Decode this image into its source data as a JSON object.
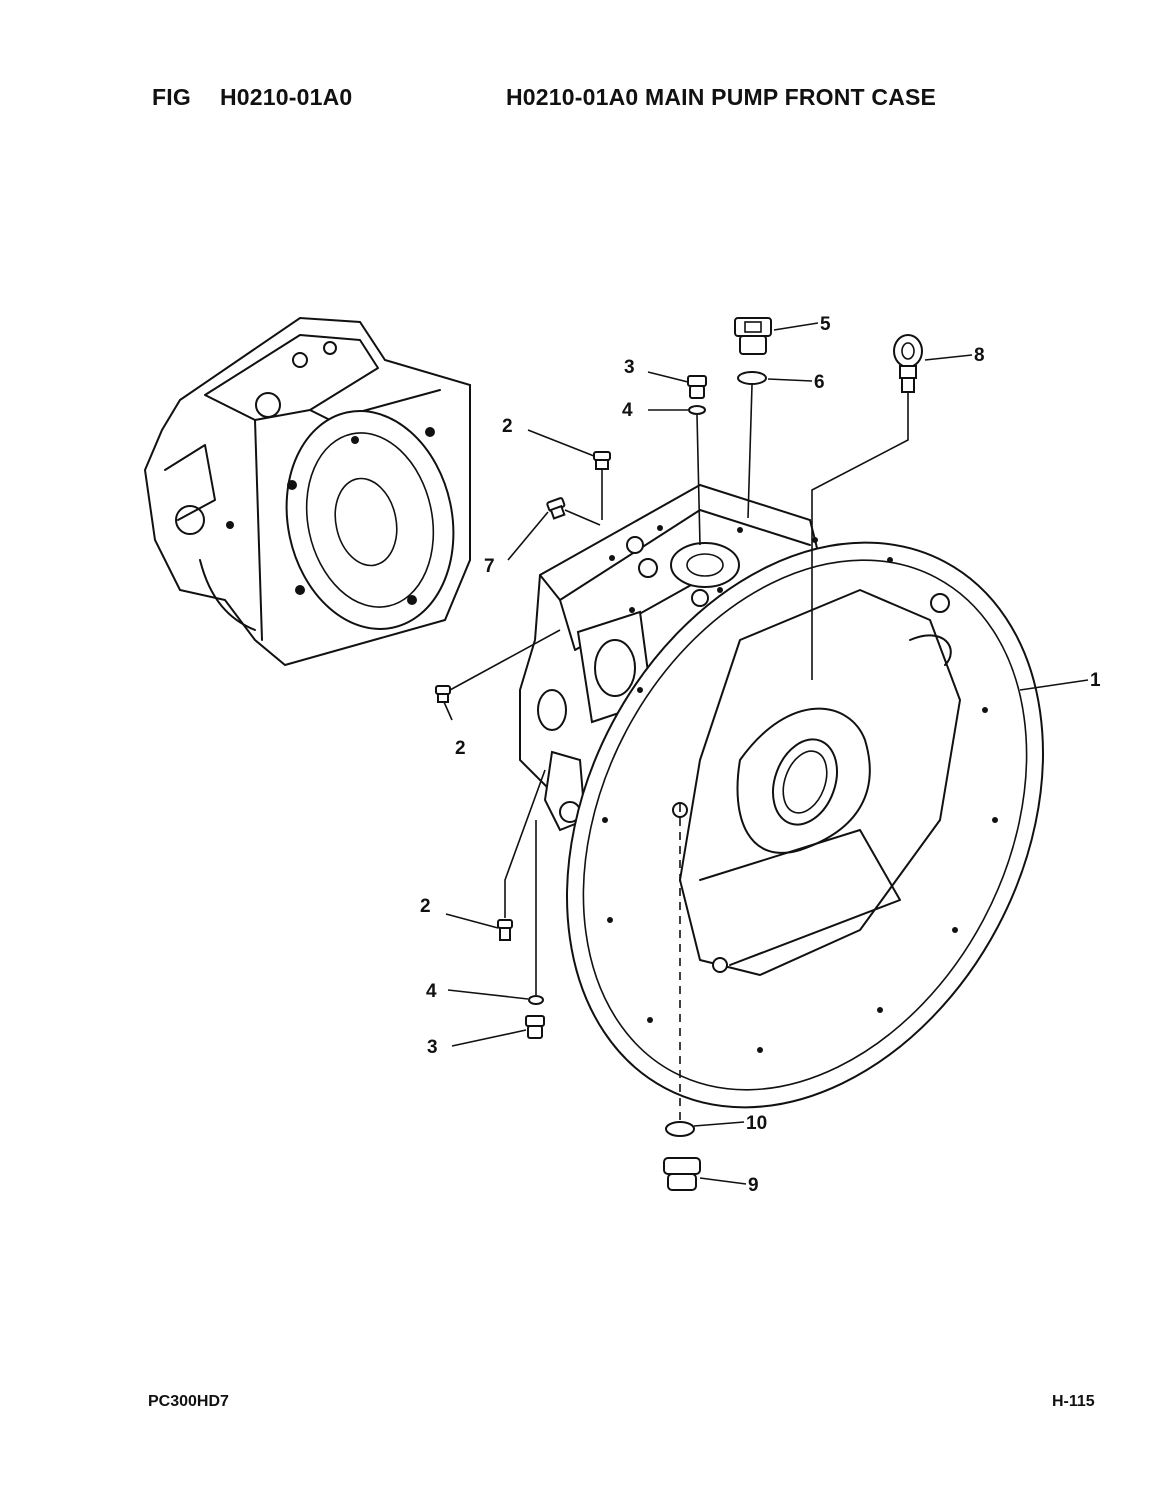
{
  "header": {
    "fig_label": "FIG",
    "fig_code": "H0210-01A0",
    "title": "H0210-01A0 MAIN PUMP FRONT CASE"
  },
  "footer": {
    "model": "PC300HD7",
    "page": "H-115"
  },
  "callouts": {
    "c1": "1",
    "c2a": "2",
    "c2b": "2",
    "c2c": "2",
    "c3a": "3",
    "c3b": "3",
    "c4a": "4",
    "c4b": "4",
    "c5": "5",
    "c6": "6",
    "c7": "7",
    "c8": "8",
    "c9": "9",
    "c10": "10"
  }
}
